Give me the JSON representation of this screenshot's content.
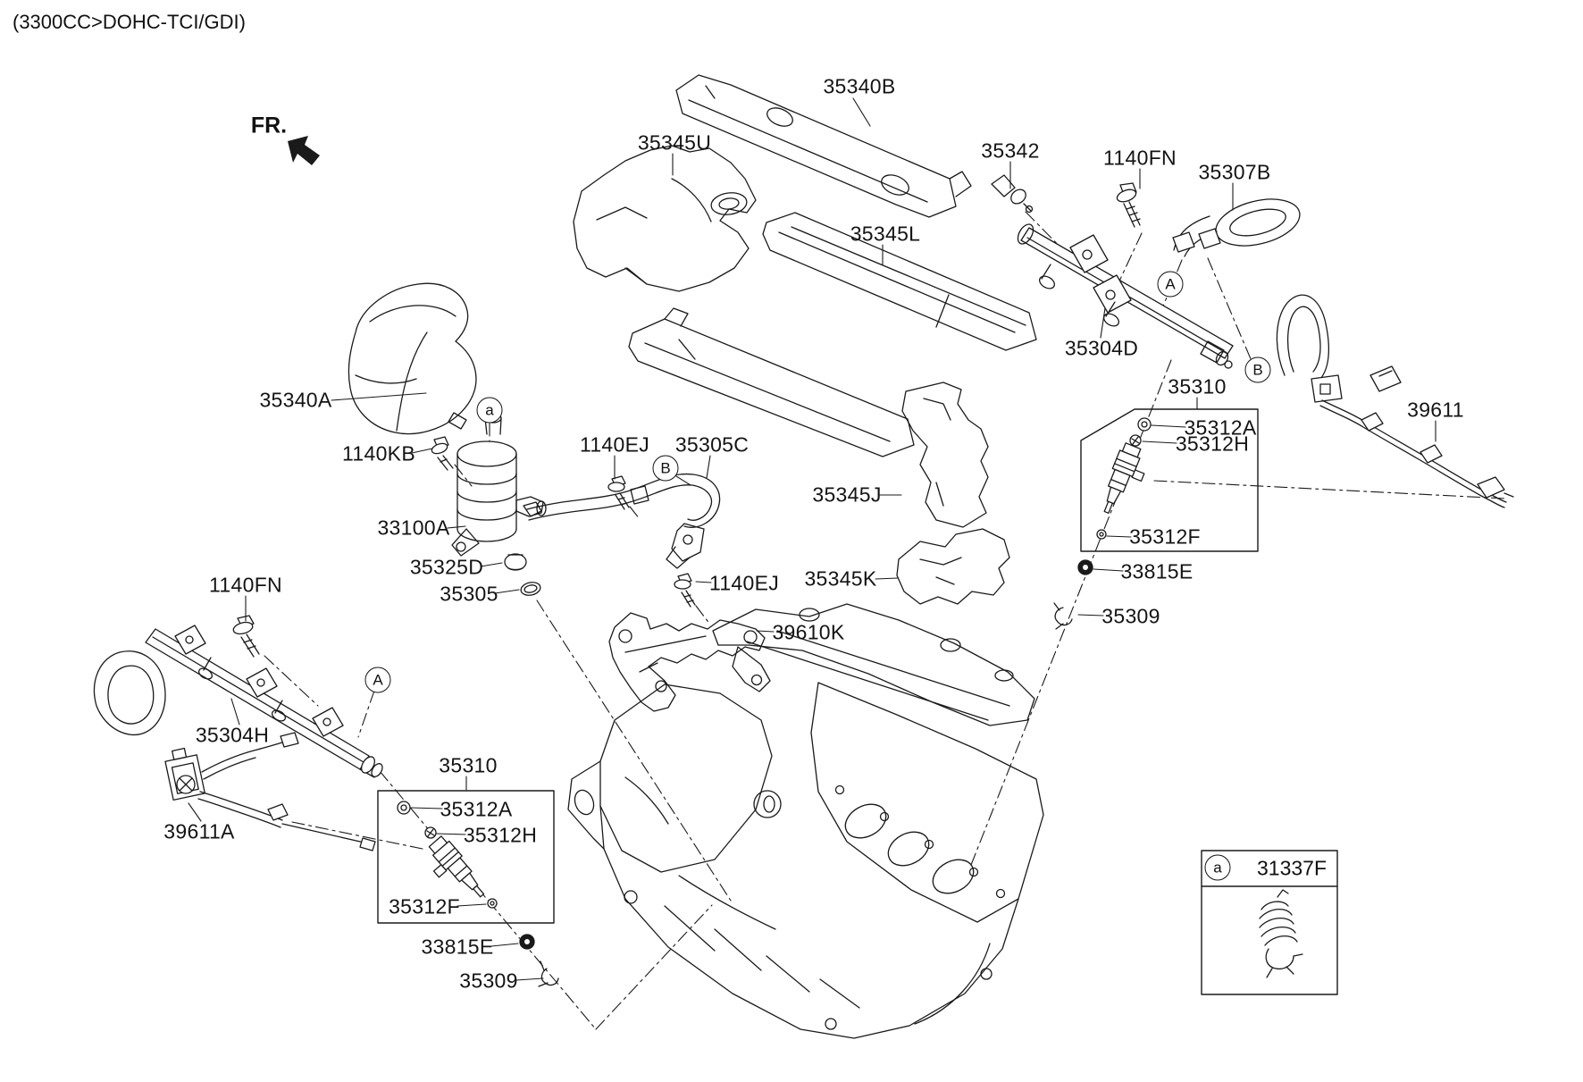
{
  "title": "(3300CC>DOHC-TCI/GDI)",
  "front_indicator": "FR.",
  "colors": {
    "line": "#1a1a1a",
    "background": "#ffffff"
  },
  "legend": {
    "marker": "a",
    "part_number": "31337F"
  },
  "markers": [
    {
      "letter": "A"
    },
    {
      "letter": "A"
    },
    {
      "letter": "B"
    },
    {
      "letter": "B"
    },
    {
      "letter": "a"
    }
  ],
  "callouts": [
    {
      "label": "35340B"
    },
    {
      "label": "35345U"
    },
    {
      "label": "35345L"
    },
    {
      "label": "35342"
    },
    {
      "label": "1140FN"
    },
    {
      "label": "35307B"
    },
    {
      "label": "35304D"
    },
    {
      "label": "35310"
    },
    {
      "label": "35312A"
    },
    {
      "label": "35312H"
    },
    {
      "label": "35312F"
    },
    {
      "label": "33815E"
    },
    {
      "label": "35309"
    },
    {
      "label": "39611"
    },
    {
      "label": "39611A"
    },
    {
      "label": "35304H"
    },
    {
      "label": "1140FN"
    },
    {
      "label": "1140KB"
    },
    {
      "label": "35340A"
    },
    {
      "label": "1140EJ"
    },
    {
      "label": "35305C"
    },
    {
      "label": "33100A"
    },
    {
      "label": "35325D"
    },
    {
      "label": "35305"
    },
    {
      "label": "1140EJ"
    },
    {
      "label": "39610K"
    },
    {
      "label": "35345J"
    },
    {
      "label": "35345K"
    },
    {
      "label": "35310"
    },
    {
      "label": "35312A"
    },
    {
      "label": "35312H"
    },
    {
      "label": "35312F"
    },
    {
      "label": "33815E"
    },
    {
      "label": "35309"
    }
  ]
}
